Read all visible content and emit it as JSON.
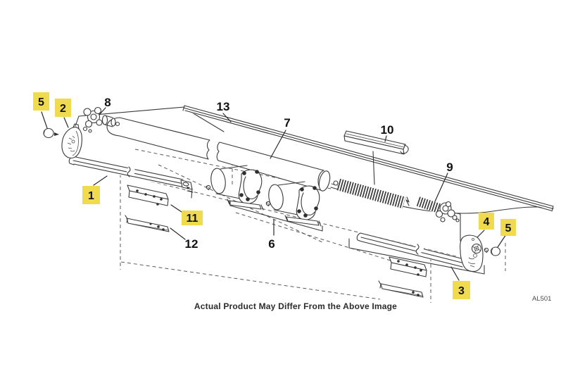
{
  "page": {
    "background": "#FFFFFF"
  },
  "figure": {
    "type": "exploded-parts-diagram",
    "caption": "Actual Product May Differ From the Above Image",
    "diagram_code": "AL501",
    "colors": {
      "highlight": "#F0DB4F",
      "line": "#3A3A3A",
      "label_text": "#111111",
      "caption_text": "#2B2B2B",
      "code_text": "#4A4A4A"
    },
    "callouts": [
      {
        "num": "1",
        "highlighted": true
      },
      {
        "num": "2",
        "highlighted": true
      },
      {
        "num": "3",
        "highlighted": true
      },
      {
        "num": "4",
        "highlighted": true
      },
      {
        "num": "5",
        "highlighted": true
      },
      {
        "num": "5",
        "highlighted": true
      },
      {
        "num": "6",
        "highlighted": false
      },
      {
        "num": "7",
        "highlighted": false
      },
      {
        "num": "8",
        "highlighted": false
      },
      {
        "num": "9",
        "highlighted": false
      },
      {
        "num": "10",
        "highlighted": false
      },
      {
        "num": "11",
        "highlighted": true
      },
      {
        "num": "12",
        "highlighted": false
      },
      {
        "num": "13",
        "highlighted": false
      }
    ]
  }
}
